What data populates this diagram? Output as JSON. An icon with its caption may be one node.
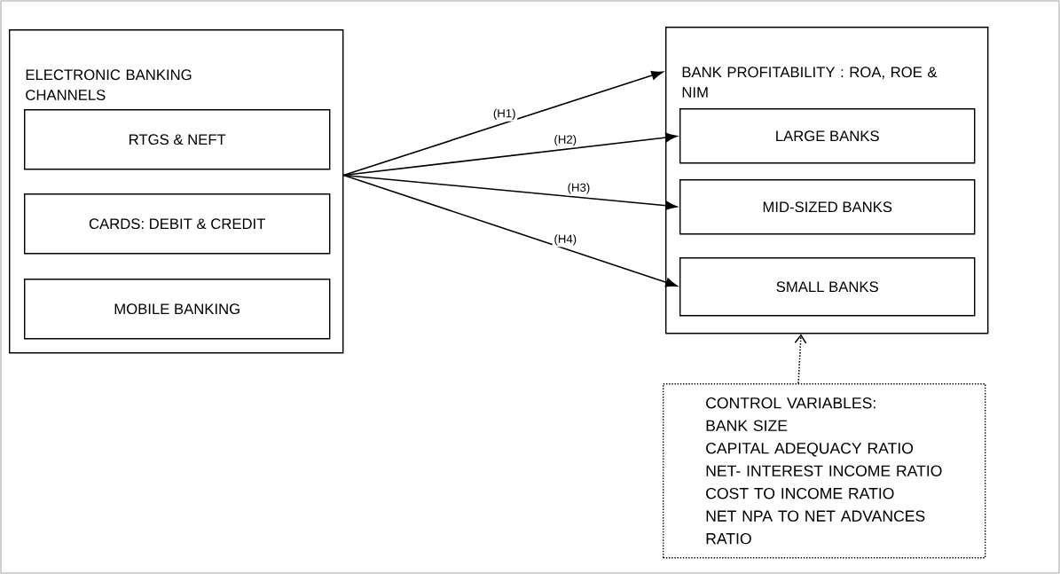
{
  "diagram": {
    "nodes": [
      {
        "text": [
          "ELECTRONIC BANKING CHANNELS"
        ]
      },
      {
        "text": [
          "RTGS & NEFT"
        ],
        "in": 0
      },
      {
        "text": [
          "CARDS: DEBIT & CREDIT"
        ],
        "in": 0
      },
      {
        "text": [
          "MOBILE BANKING"
        ],
        "in": 0
      },
      {
        "text": [
          "BANK PROFITABILITY : ROA, ROE & NIM"
        ]
      },
      {
        "text": [
          "LARGE BANKS"
        ],
        "in": 4
      },
      {
        "text": [
          "MID-SIZED BANKS"
        ],
        "in": 4
      },
      {
        "text": [
          "SMALL BANKS"
        ],
        "in": 4
      },
      {
        "text": [
          "CONTROL VARIABLES:",
          "BANK SIZE",
          "CAPITAL ADEQUACY RATIO",
          "NET- INTEREST INCOME RATIO",
          "COST TO INCOME RATIO",
          "NET NPA TO NET ADVANCES RATIO"
        ]
      }
    ],
    "edges": [
      {
        "from": 0,
        "to": 4,
        "arrow": "to",
        "label": "(H1)"
      },
      {
        "from": 0,
        "to": 5,
        "arrow": "to",
        "label": "(H2)"
      },
      {
        "from": 0,
        "to": 6,
        "arrow": "to",
        "label": "(H3)"
      },
      {
        "from": 0,
        "to": 7,
        "arrow": "to",
        "label": "(H4)"
      },
      {
        "from": 8,
        "to": 4,
        "arrow": "to",
        "style": "dashed"
      }
    ]
  }
}
